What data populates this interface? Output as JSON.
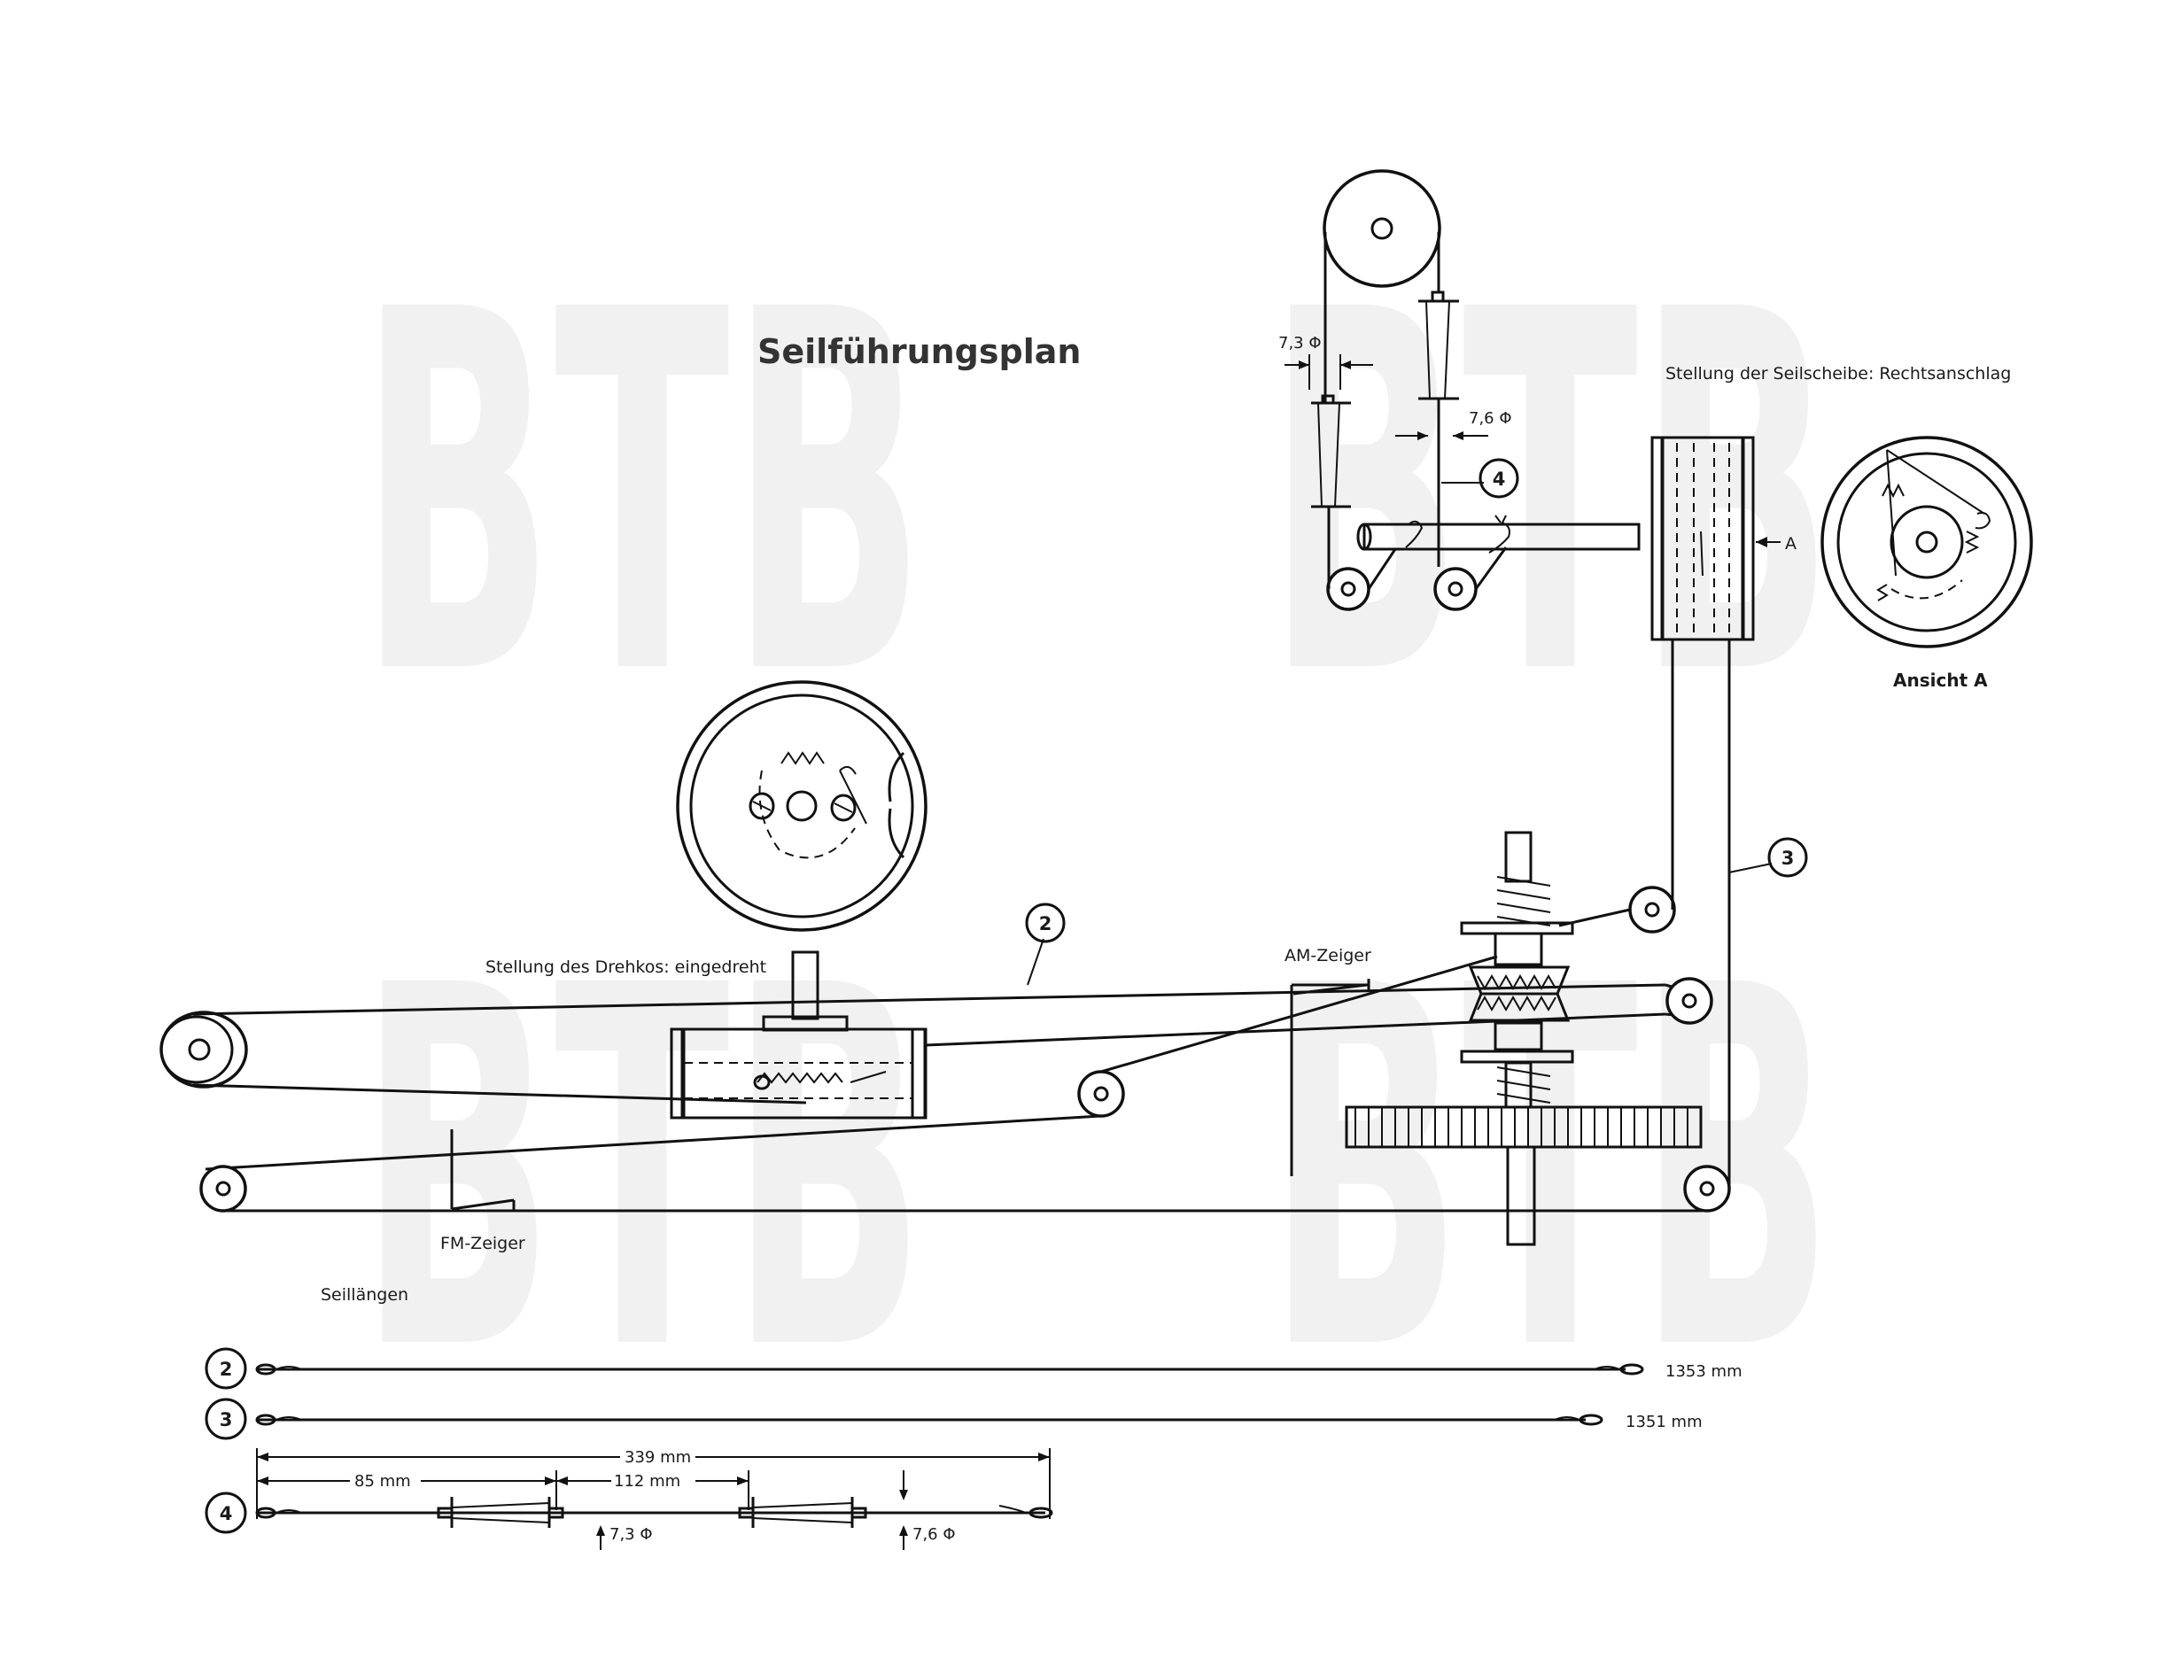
{
  "title": "Seilführungsplan",
  "watermark": "BTB",
  "labels": {
    "pulley_position": "Stellung der Seilscheibe: Rechtsanschlag",
    "view_a": "Ansicht A",
    "arrow_a": "A",
    "capacitor_position": "Stellung des Drehkos: eingedreht",
    "am_pointer": "AM-Zeiger",
    "fm_pointer": "FM-Zeiger",
    "dim_73": "7,3 Φ",
    "dim_76": "7,6 Φ"
  },
  "callouts": {
    "rope2": "2",
    "rope3": "3",
    "rope4": "4"
  },
  "lengths": {
    "heading": "Seillängen",
    "rope2": {
      "num": "2",
      "length": "1353 mm"
    },
    "rope3": {
      "num": "3",
      "length": "1351 mm"
    },
    "rope4": {
      "num": "4",
      "total": "339 mm",
      "seg1": "85 mm",
      "seg2": "112 mm",
      "d1": "7,3 Φ",
      "d2": "7,6 Φ"
    }
  }
}
